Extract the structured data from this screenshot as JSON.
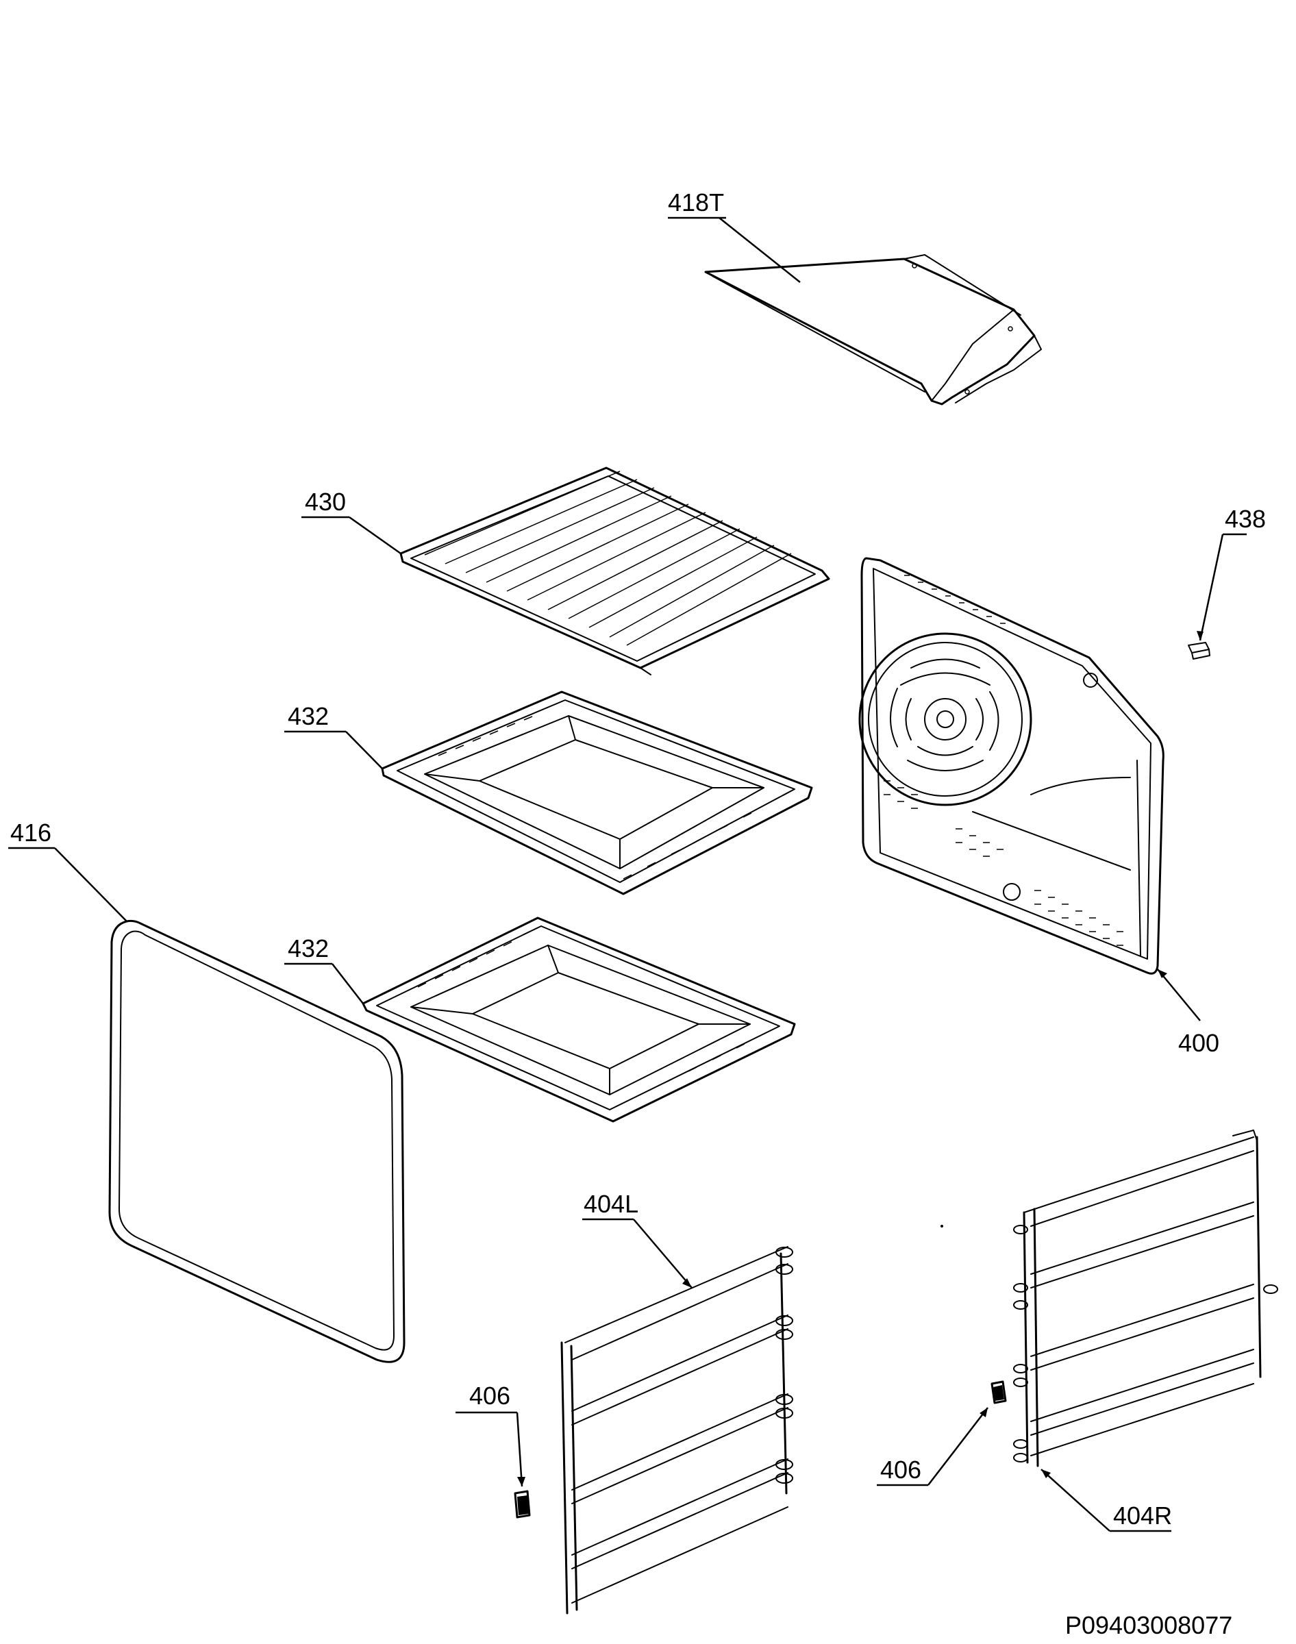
{
  "callouts": {
    "c418T": "418T",
    "c430": "430",
    "c438": "438",
    "c432a": "432",
    "c416": "416",
    "c432b": "432",
    "c400": "400",
    "c404L": "404L",
    "c406a": "406",
    "c406b": "406",
    "c404R": "404R"
  },
  "drawing_number": "P09403008077",
  "parts": [
    {
      "id": "418T",
      "name": "top-panel"
    },
    {
      "id": "430",
      "name": "wire-shelf"
    },
    {
      "id": "432",
      "name": "baking-tray"
    },
    {
      "id": "416",
      "name": "oven-door-seal"
    },
    {
      "id": "400",
      "name": "rear-fan-cover"
    },
    {
      "id": "438",
      "name": "clip"
    },
    {
      "id": "404L",
      "name": "left-shelf-support"
    },
    {
      "id": "404R",
      "name": "right-shelf-support"
    },
    {
      "id": "406",
      "name": "support-screw"
    }
  ]
}
